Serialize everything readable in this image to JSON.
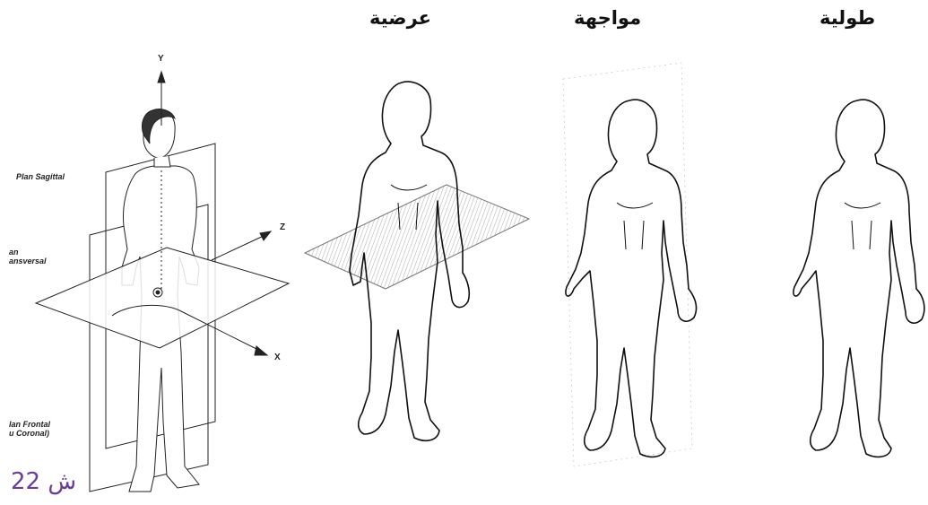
{
  "titles": {
    "transverse": "عرضية",
    "frontal": "مواجهة",
    "sagittal": "طولية"
  },
  "left_diagram": {
    "labels": {
      "sagittal": "Plan Sagittal",
      "transverse_line1": "an",
      "transverse_line2": "ansversal",
      "frontal_line1": "lan Frontal",
      "frontal_line2": "u Coronal)"
    },
    "axes": {
      "y": "Y",
      "z": "Z",
      "x": "X"
    }
  },
  "note": "22 ش"
}
